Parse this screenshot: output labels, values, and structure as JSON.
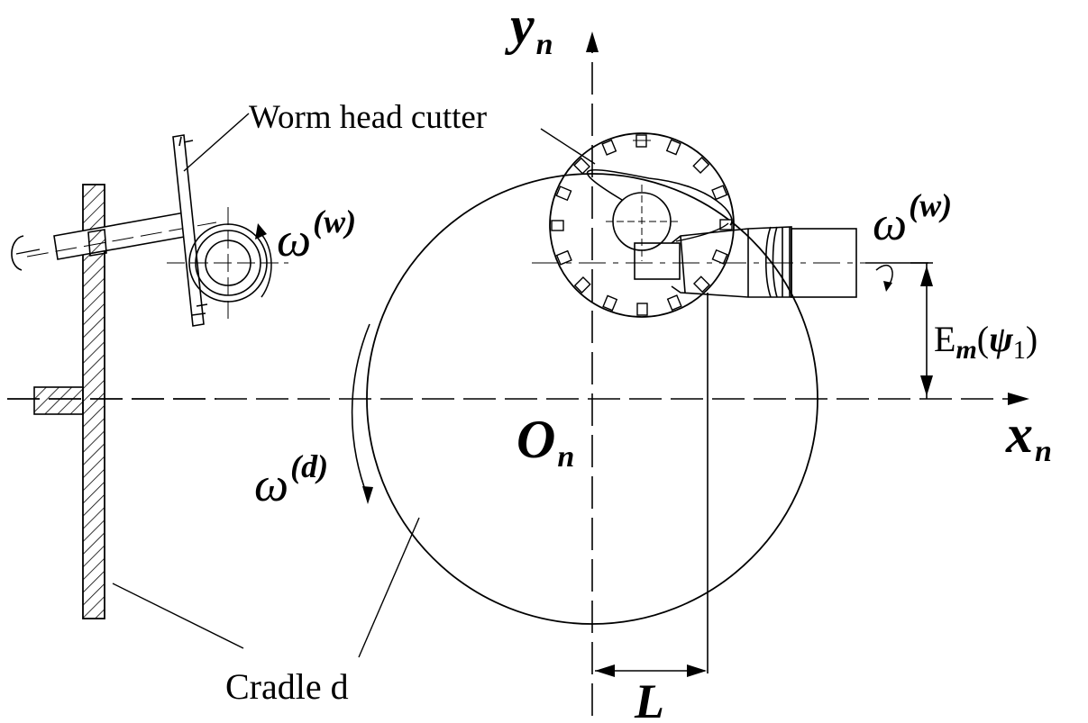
{
  "labels": {
    "y_axis_main": "y",
    "y_axis_sub": "n",
    "x_axis_main": "x",
    "x_axis_sub": "n",
    "origin_main": "O",
    "origin_sub": "n",
    "worm_head_cutter": "Worm head cutter",
    "cradle": "Cradle d",
    "omega_w_left_main": "ω",
    "omega_w_left_sup": "(w)",
    "omega_w_right_main": "ω",
    "omega_w_right_sup": "(w)",
    "omega_d_main": "ω",
    "omega_d_sup": "(d)",
    "em_main": "E",
    "em_sub": "m",
    "em_arg_open": "(",
    "em_arg_psi": "ψ",
    "em_arg_sub": "1",
    "em_arg_close": ")",
    "dim_L": "L"
  },
  "colors": {
    "ink": "#000000",
    "paper": "#ffffff"
  }
}
